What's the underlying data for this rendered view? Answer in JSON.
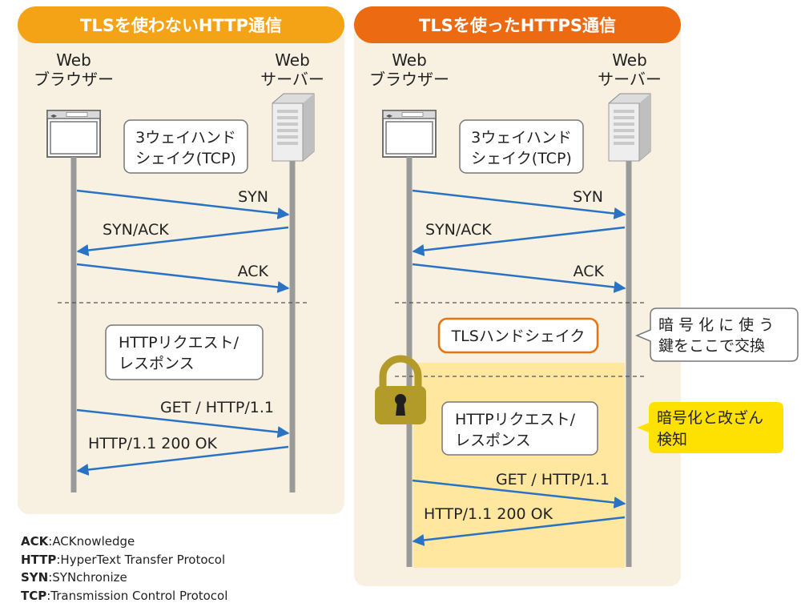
{
  "colors": {
    "panel_bg": "#F8F1E1",
    "left_title_bg": "#F5A316",
    "right_title_bg": "#EC6A12",
    "lifeline": "#9A9A9A",
    "arrow": "#2A73C4",
    "dash": "#555555",
    "tls_box_border": "#E9730F",
    "encrypted_bg": "#FFE7A0",
    "lock_body": "#B39B2A",
    "yellow_note": "#FFE100"
  },
  "left": {
    "title": "TLSを使わないHTTP通信",
    "browser_label": [
      "Web",
      "ブラウザー"
    ],
    "server_label": [
      "Web",
      "サーバー"
    ],
    "handshake_box": [
      "3ウェイハンド",
      "シェイク(TCP)"
    ],
    "msgs": {
      "syn": "SYN",
      "synack": "SYN/ACK",
      "ack": "ACK"
    },
    "request_box": [
      "HTTPリクエスト/",
      "レスポンス"
    ],
    "get": "GET / HTTP/1.1",
    "ok": "HTTP/1.1 200 OK"
  },
  "right": {
    "title": "TLSを使ったHTTPS通信",
    "browser_label": [
      "Web",
      "ブラウザー"
    ],
    "server_label": [
      "Web",
      "サーバー"
    ],
    "handshake_box": [
      "3ウェイハンド",
      "シェイク(TCP)"
    ],
    "msgs": {
      "syn": "SYN",
      "synack": "SYN/ACK",
      "ack": "ACK"
    },
    "tls_box": "TLSハンドシェイク",
    "key_note": [
      "暗 号 化 に 使 う",
      "鍵をここで交換"
    ],
    "request_box": [
      "HTTPリクエスト/",
      "レスポンス"
    ],
    "get": "GET / HTTP/1.1",
    "ok": "HTTP/1.1 200 OK",
    "encrypt_note": [
      "暗号化と改ざん",
      "検知"
    ]
  },
  "abbreviations": [
    {
      "key": "ACK",
      "value": "ACKnowledge"
    },
    {
      "key": "HTTP",
      "value": "HyperText Transfer Protocol"
    },
    {
      "key": "SYN",
      "value": "SYNchronize"
    },
    {
      "key": "TCP",
      "value": "Transmission Control Protocol"
    }
  ]
}
